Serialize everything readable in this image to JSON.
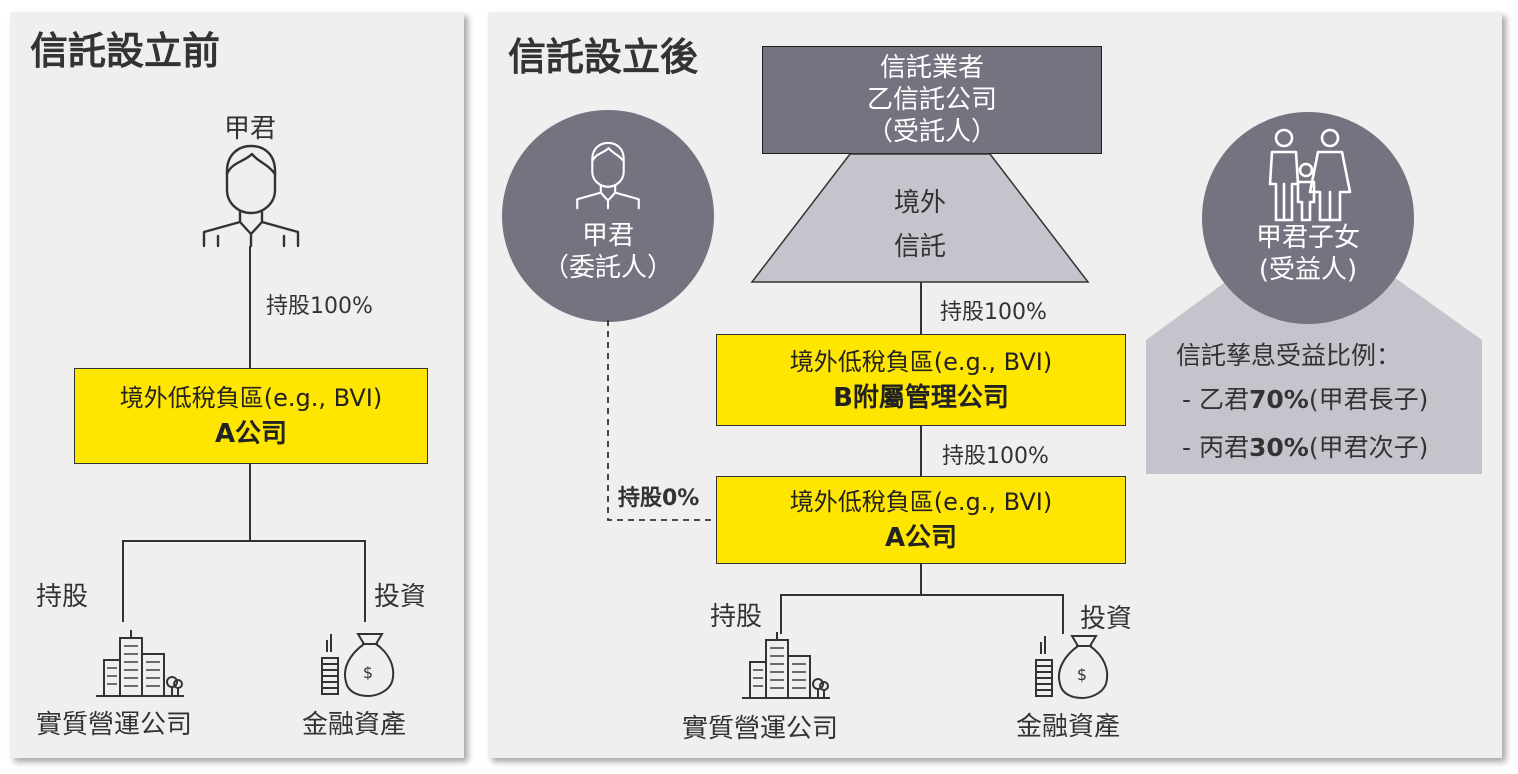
{
  "before": {
    "title": "信託設立前",
    "person": "甲君",
    "share_label": "持股100%",
    "company": {
      "line1": "境外低稅負區(e.g., BVI)",
      "line2": "A公司"
    },
    "left_branch": "持股",
    "right_branch": "投資",
    "left_target": "實質營運公司",
    "right_target": "金融資產"
  },
  "after": {
    "title": "信託設立後",
    "trustee": {
      "line1": "信託業者",
      "line2": "乙信託公司",
      "line3": "（受託人）"
    },
    "trust": {
      "line1": "境外",
      "line2": "信託"
    },
    "settlor": {
      "line1": "甲君",
      "line2": "（委託人）"
    },
    "beneficiary": {
      "line1": "甲君子女",
      "line2": "(受益人)"
    },
    "share_b": "持股100%",
    "company_b": {
      "line1": "境外低稅負區(e.g., BVI)",
      "line2": "B附屬管理公司"
    },
    "share_a": "持股100%",
    "share_zero": "持股0%",
    "company_a": {
      "line1": "境外低稅負區(e.g., BVI)",
      "line2": "A公司"
    },
    "left_branch": "持股",
    "right_branch": "投資",
    "left_target": "實質營運公司",
    "right_target": "金融資產",
    "ratio": {
      "title": "信託孳息受益比例：",
      "items": [
        {
          "prefix": "- 乙君",
          "bold": "70%",
          "suffix": "(甲君長子)"
        },
        {
          "prefix": "- 丙君",
          "bold": "30%",
          "suffix": "(甲君次子)"
        }
      ]
    }
  },
  "colors": {
    "highlight": "#ffe600",
    "dark_grey": "#747480",
    "light_grey": "#c4c4cd",
    "panel": "#efefef"
  },
  "icons": [
    "person-icon",
    "family-icon",
    "buildings-icon",
    "money-bag-icon"
  ]
}
